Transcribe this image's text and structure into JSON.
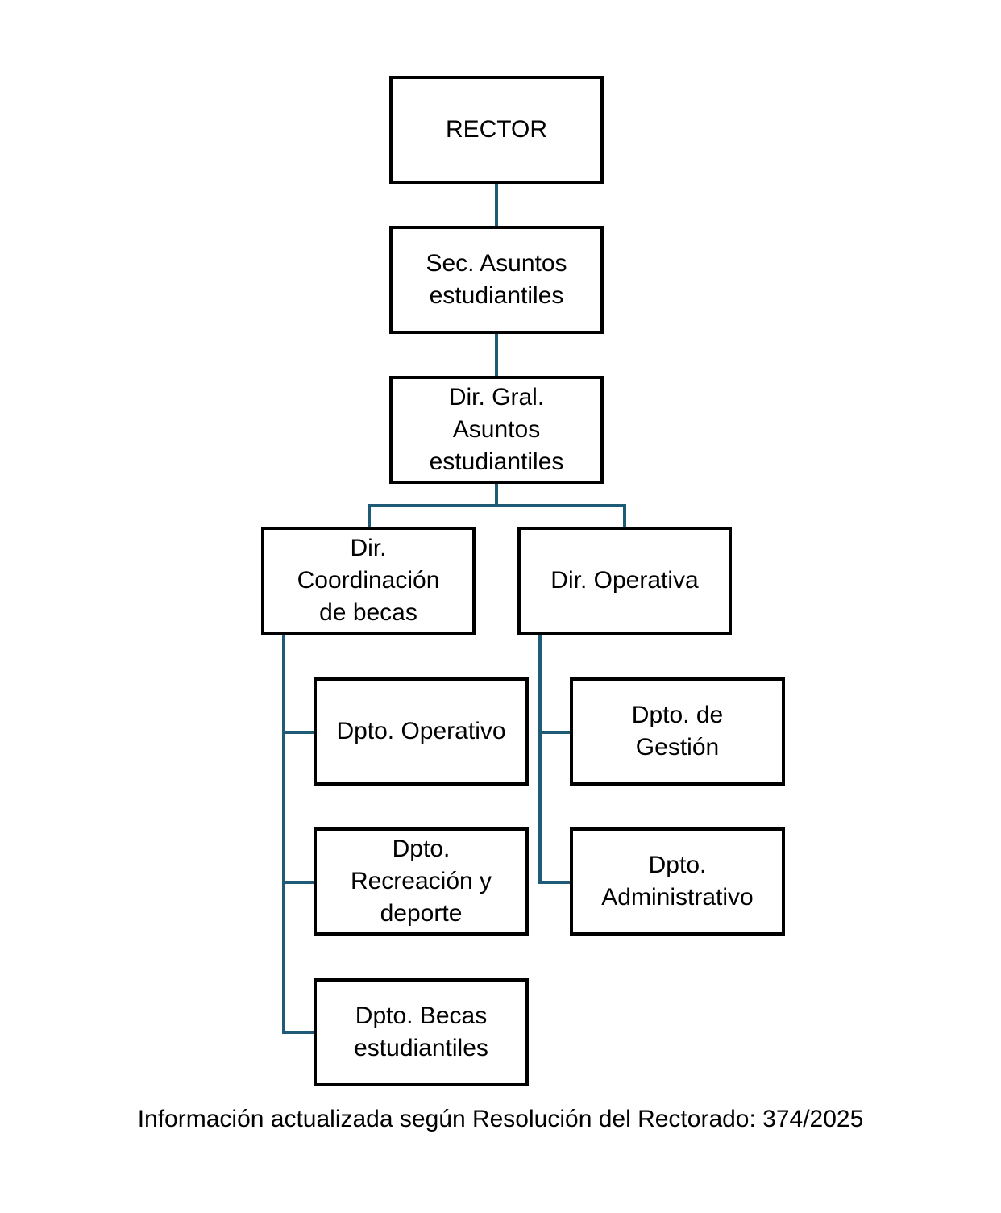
{
  "org_chart": {
    "rector": [
      "RECTOR"
    ],
    "secretaria": [
      "Sec. Asuntos",
      "estudiantiles"
    ],
    "direccion_general": [
      "Dir. Gral.",
      "Asuntos",
      "estudiantiles"
    ],
    "dir_coordinacion_becas": {
      "label": [
        "Dir.",
        "Coordinación",
        "de becas"
      ],
      "departments": [
        [
          "Dpto. Operativo"
        ],
        [
          "Dpto.",
          "Recreación y",
          "deporte"
        ],
        [
          "Dpto. Becas",
          "estudiantiles"
        ]
      ]
    },
    "dir_operativa": {
      "label": [
        "Dir. Operativa"
      ],
      "departments": [
        [
          "Dpto. de",
          "Gestión"
        ],
        [
          "Dpto.",
          "Administrativo"
        ]
      ]
    }
  },
  "footer": {
    "text": "Información actualizada según Resolución del Rectorado: 374/2025"
  },
  "colors": {
    "connector": "#1f5a76",
    "box_border": "#000000"
  }
}
